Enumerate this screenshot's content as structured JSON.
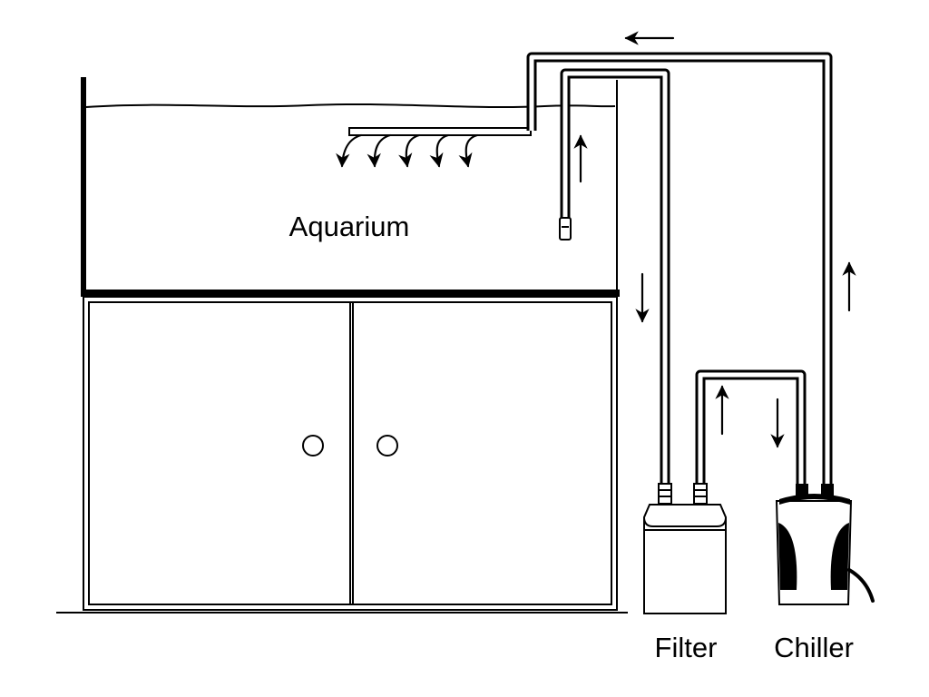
{
  "diagram": {
    "labels": {
      "aquarium": "Aquarium",
      "filter": "Filter",
      "chiller": "Chiller"
    },
    "components": [
      "aquarium",
      "cabinet",
      "filter",
      "chiller"
    ],
    "flow": [
      {
        "from": "aquarium",
        "to": "filter"
      },
      {
        "from": "filter",
        "to": "chiller"
      },
      {
        "from": "chiller",
        "to": "aquarium"
      }
    ]
  }
}
